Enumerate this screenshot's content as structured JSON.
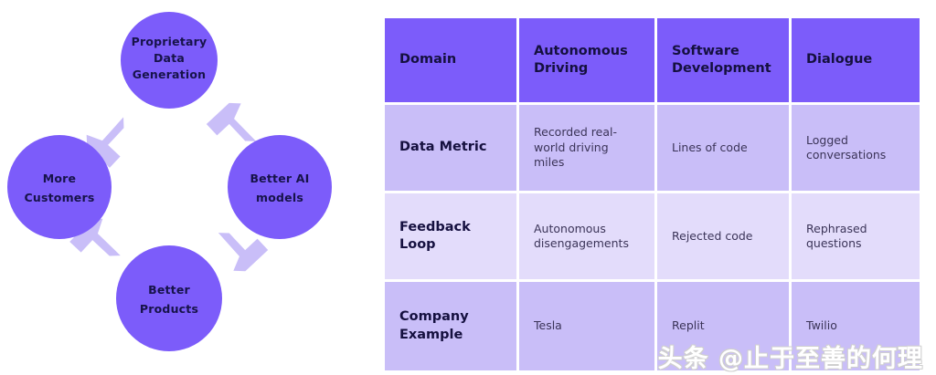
{
  "colors": {
    "node_fill": "#7c5cfa",
    "arrow_fill": "#c9bef8",
    "table_header_bg": "#7c5cfa",
    "table_row_shade_a": "#c9bef8",
    "table_row_shade_b": "#e3dcfb",
    "page_background": "#ffffff",
    "text_dark": "#15103f"
  },
  "diagram": {
    "type": "cycle",
    "direction": "clockwise",
    "nodes": [
      {
        "id": "proprietary-data-generation",
        "position": "top",
        "line1": "Proprietary",
        "line2": "Data",
        "line3": "Generation"
      },
      {
        "id": "better-ai-models",
        "position": "right",
        "line1": "Better AI",
        "line2": "models",
        "line3": ""
      },
      {
        "id": "better-products",
        "position": "bottom",
        "line1": "Better",
        "line2": "Products",
        "line3": ""
      },
      {
        "id": "more-customers",
        "position": "left",
        "line1": "More",
        "line2": "Customers",
        "line3": ""
      }
    ],
    "arrows": [
      {
        "id": "arrow-top-to-right",
        "from": "proprietary-data-generation",
        "to": "better-ai-models"
      },
      {
        "id": "arrow-right-to-bottom",
        "from": "better-ai-models",
        "to": "better-products"
      },
      {
        "id": "arrow-bottom-to-left",
        "from": "better-products",
        "to": "more-customers"
      },
      {
        "id": "arrow-left-to-top",
        "from": "more-customers",
        "to": "proprietary-data-generation"
      }
    ]
  },
  "table": {
    "headers": [
      "Domain",
      "Autonomous Driving",
      "Software Development",
      "Dialogue"
    ],
    "header_lines": [
      [
        "Domain",
        ""
      ],
      [
        "Autonomous",
        "Driving"
      ],
      [
        "Software",
        "Development"
      ],
      [
        "Dialogue",
        ""
      ]
    ],
    "rows": [
      {
        "label": "Data Metric",
        "shade": "a",
        "cells": [
          {
            "line1": "Recorded real-",
            "line2": "world driving miles"
          },
          {
            "line1": "Lines of code",
            "line2": ""
          },
          {
            "line1": "Logged",
            "line2": "conversations"
          }
        ]
      },
      {
        "label": "Feedback Loop",
        "shade": "b",
        "cells": [
          {
            "line1": "Autonomous",
            "line2": "disengagements"
          },
          {
            "line1": "Rejected code",
            "line2": ""
          },
          {
            "line1": "Rephrased",
            "line2": "questions"
          }
        ]
      },
      {
        "label": "Company Example",
        "label_lines": [
          "Company",
          "Example"
        ],
        "shade": "a",
        "cells": [
          {
            "line1": "Tesla",
            "line2": ""
          },
          {
            "line1": "Replit",
            "line2": ""
          },
          {
            "line1": "Twilio",
            "line2": ""
          }
        ]
      }
    ]
  },
  "watermark": {
    "text": "头条 @止于至善的何理"
  }
}
